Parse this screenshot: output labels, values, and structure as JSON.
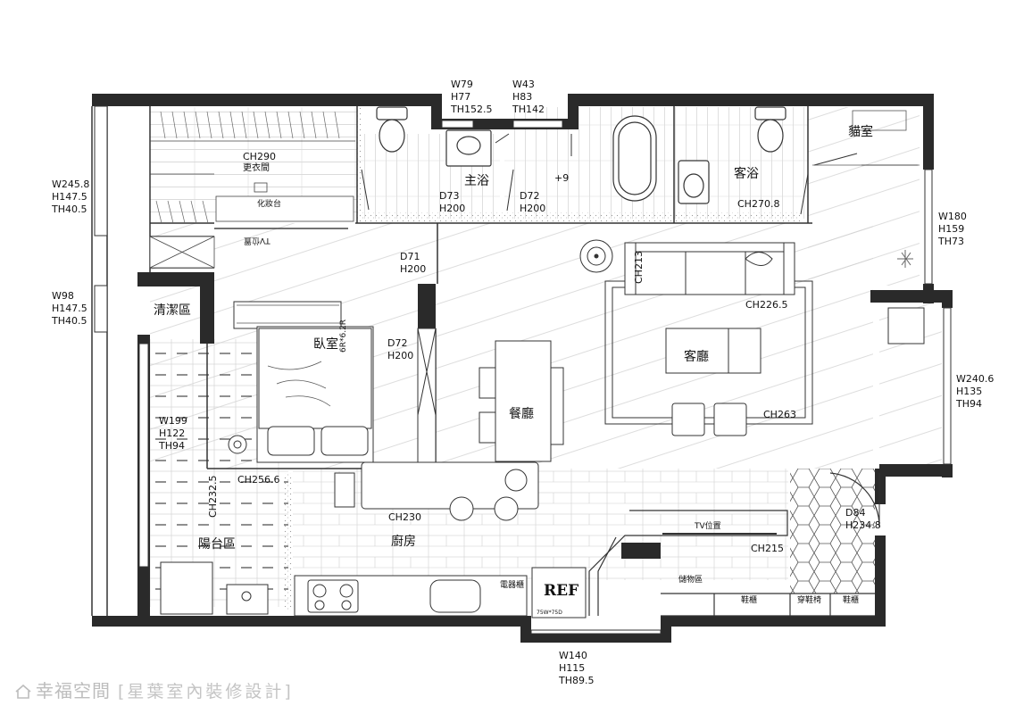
{
  "rooms": {
    "master_closet": "更衣間",
    "vanity": "化妝台",
    "tv_mirror": "TV位置",
    "master_bath": "主浴",
    "guest_bath": "客浴",
    "cat_room": "貓室",
    "cleaning_area": "清潔區",
    "bedroom": "臥室",
    "living_room": "客廳",
    "dining_room": "餐廳",
    "balcony": "陽台區",
    "kitchen": "廚房",
    "tv_position": "TV位置",
    "storage": "儲物區",
    "shoe_cabinet_1": "鞋櫃",
    "shoe_bench": "穿鞋椅",
    "shoe_cabinet_2": "鞋櫃",
    "appliance_cabinet": "電器櫃",
    "fridge": "REF",
    "fridge_size": "75W*75D"
  },
  "ceiling_heights": {
    "closet": "CH290",
    "guest_bath": "CH270.8",
    "living": "CH226.5",
    "sofa": "CH213",
    "dining": "CH263",
    "bedroom_side": "CH256.6",
    "balcony": "CH232.5",
    "kitchen": "CH230",
    "entry": "CH215",
    "bath_level": "+9",
    "bed_mark": "6R*6.2R"
  },
  "windows": [
    {
      "id": "top_bath",
      "lines": [
        "W79",
        "H77",
        "TH152.5"
      ]
    },
    {
      "id": "top_shower",
      "lines": [
        "W43",
        "H83",
        "TH142"
      ]
    },
    {
      "id": "left_closet",
      "lines": [
        "W245.8",
        "H147.5",
        "TH40.5"
      ]
    },
    {
      "id": "left_cleaning",
      "lines": [
        "W98",
        "H147.5",
        "TH40.5"
      ]
    },
    {
      "id": "left_balcony",
      "lines": [
        "W199",
        "H122",
        "TH94"
      ]
    },
    {
      "id": "right_cat",
      "lines": [
        "W180",
        "H159",
        "TH73"
      ]
    },
    {
      "id": "right_living",
      "lines": [
        "W240.6",
        "H135",
        "TH94"
      ]
    },
    {
      "id": "bottom_kitchen",
      "lines": [
        "W140",
        "H115",
        "TH89.5"
      ]
    }
  ],
  "doors": [
    {
      "id": "master_bath_door",
      "lines": [
        "D73",
        "H200"
      ]
    },
    {
      "id": "shower_door",
      "lines": [
        "D72",
        "H200"
      ]
    },
    {
      "id": "corridor_door",
      "lines": [
        "D71",
        "H200"
      ]
    },
    {
      "id": "bedroom_door",
      "lines": [
        "D72",
        "H200"
      ]
    },
    {
      "id": "entry_door",
      "lines": [
        "D84",
        "H234.8"
      ]
    }
  ],
  "watermark": {
    "brand": "幸福空間",
    "subtitle": "[星葉室內裝修設計]"
  }
}
